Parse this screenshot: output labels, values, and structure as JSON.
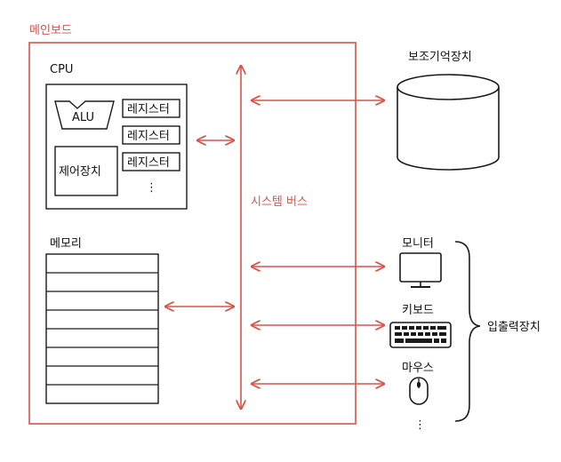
{
  "colors": {
    "accent": "#d9534a",
    "ink": "#1a1a1a"
  },
  "mainboard": {
    "label": "메인보드"
  },
  "cpu": {
    "label": "CPU",
    "alu": "ALU",
    "control_unit": "제어장치",
    "registers": [
      "레지스터",
      "레지스터",
      "레지스터"
    ],
    "more": "⋮"
  },
  "memory": {
    "label": "메모리",
    "rows": 8
  },
  "system_bus": {
    "label": "시스템 버스"
  },
  "secondary_storage": {
    "label": "보조기억장치"
  },
  "io": {
    "group_label": "입출력장치",
    "monitor": "모니터",
    "keyboard": "키보드",
    "mouse": "마우스",
    "more": "⋮"
  }
}
